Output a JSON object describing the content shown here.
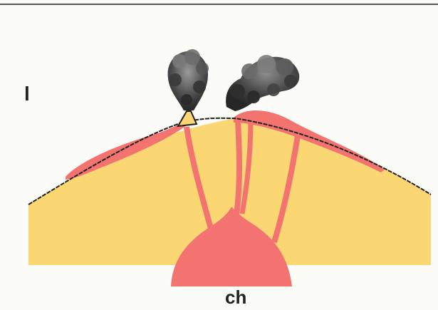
{
  "labels": {
    "top_left": "l",
    "bottom": "ch"
  },
  "colors": {
    "background": "#fbfbf8",
    "crust": "#fad773",
    "magma": "#f2736f",
    "smoke_dark": "#3a3a3a",
    "smoke_light": "#8a8a8a",
    "outline": "#222222"
  },
  "elements": {
    "volcano_cone_left": "small cone",
    "eruption_plumes": 2,
    "magma_conduits": 4
  }
}
